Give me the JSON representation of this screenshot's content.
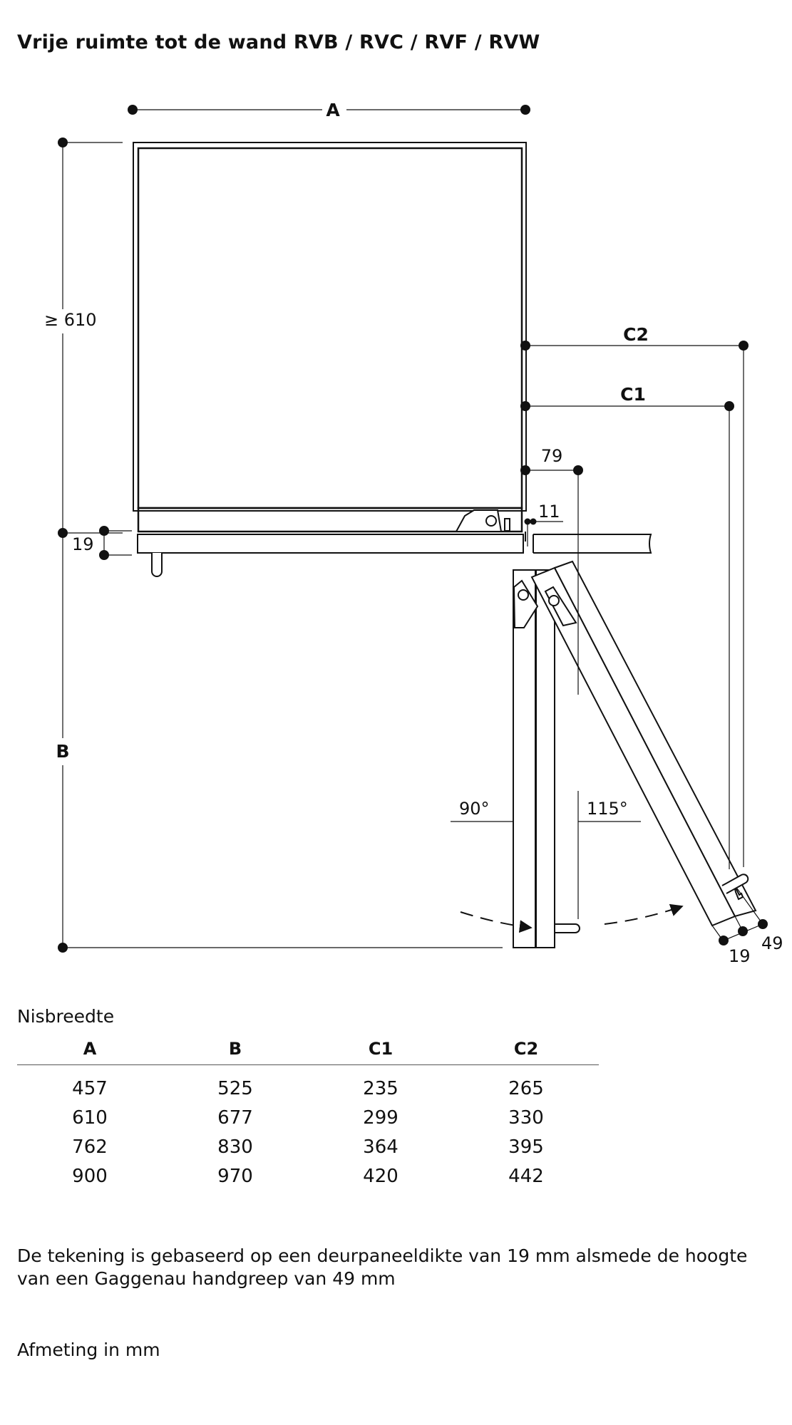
{
  "title": "Vrije ruimte tot de wand RVB / RVC / RVF / RVW",
  "diagram": {
    "label_a": "A",
    "label_b": "B",
    "label_c1": "C1",
    "label_c2": "C2",
    "depth_min": "≥ 610",
    "door_panel_thickness": "19",
    "offset_11": "11",
    "offset_79": "79",
    "angle_90": "90°",
    "angle_115": "115°",
    "handle_19": "19",
    "handle_49": "49"
  },
  "table": {
    "caption": "Nisbreedte",
    "headers": [
      "A",
      "B",
      "C1",
      "C2"
    ],
    "rows": [
      [
        "457",
        "525",
        "235",
        "265"
      ],
      [
        "610",
        "677",
        "299",
        "330"
      ],
      [
        "762",
        "830",
        "364",
        "395"
      ],
      [
        "900",
        "970",
        "420",
        "442"
      ]
    ]
  },
  "note": "De tekening is gebaseerd op een deurpaneeldikte van 19 mm alsmede de hoogte van een Gaggenau handgreep van 49 mm",
  "units": "Afmeting in mm"
}
